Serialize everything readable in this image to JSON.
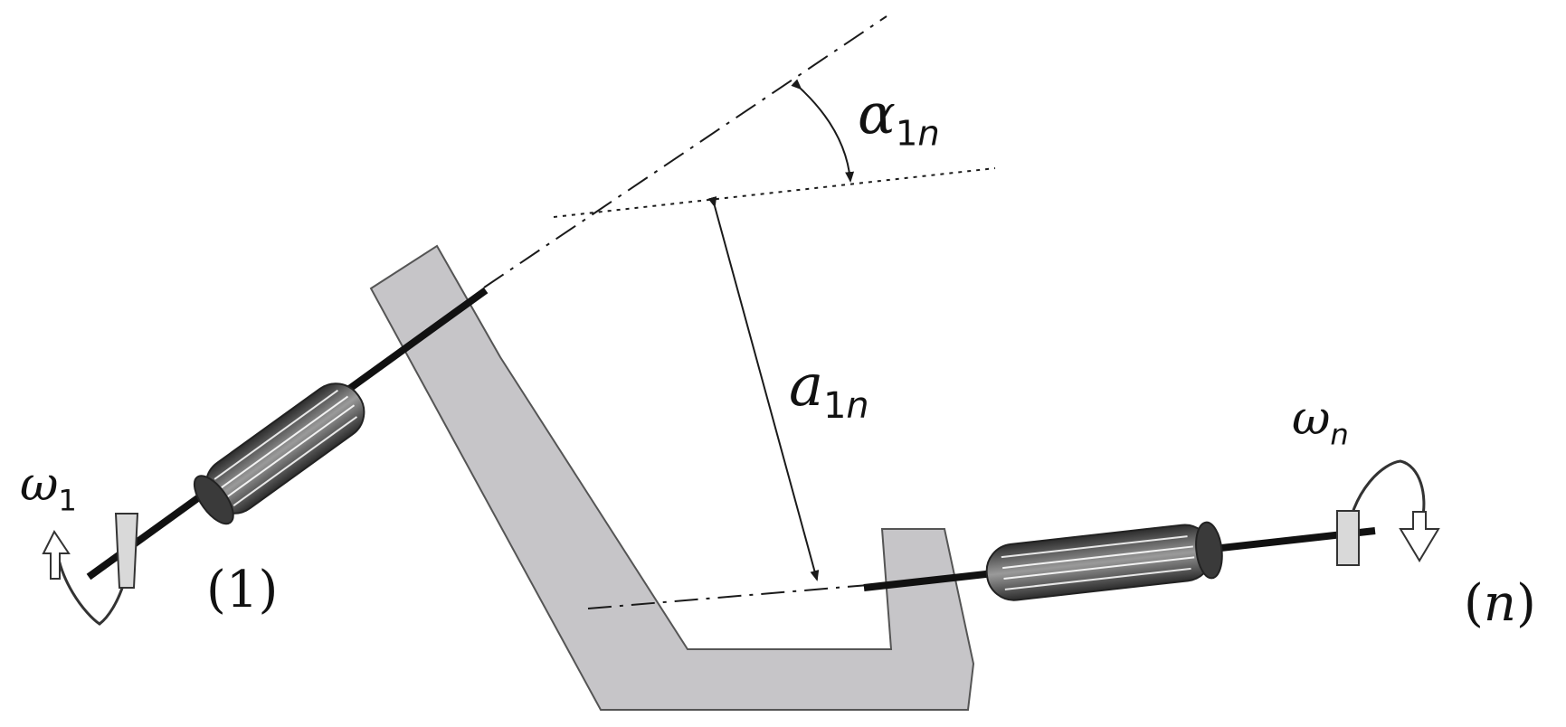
{
  "diagram": {
    "labels": {
      "alpha": {
        "symbol": "α",
        "sub_num": "1",
        "sub_var": "n"
      },
      "distance": {
        "symbol": "a",
        "sub_num": "1",
        "sub_var": "n"
      },
      "omega_1": {
        "symbol": "ω",
        "sub": "1"
      },
      "omega_n": {
        "symbol": "ω",
        "sub": "n"
      },
      "joint_1": {
        "open": "(",
        "text": "1",
        "close": ")"
      },
      "joint_n": {
        "open": "(",
        "text": "n",
        "close": ")"
      }
    },
    "colors": {
      "frame_fill": "#c6c5c8",
      "frame_stroke": "#555555",
      "line": "#1a1a1a",
      "arrow_fill": "#d9d9d9",
      "roller_dark": "#3a3a3a"
    }
  }
}
